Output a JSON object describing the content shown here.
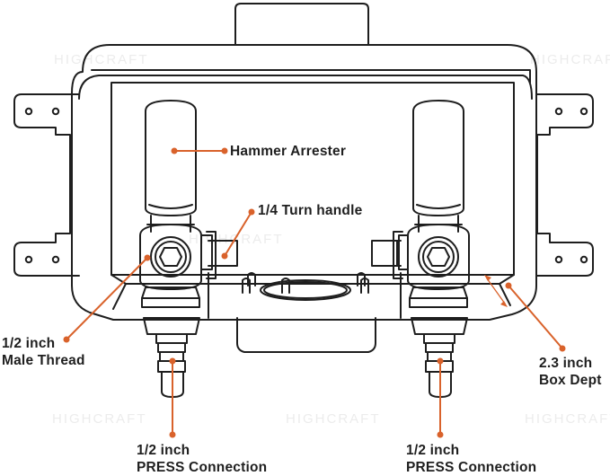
{
  "watermark": "HIGHCRAFT",
  "colors": {
    "line": "#1e1e1e",
    "accent": "#d9622b",
    "watermark": "#ececec"
  },
  "labels": {
    "hammer_arrester": "Hammer Arrester",
    "turn_handle": "1/4 Turn handle",
    "male_thread": {
      "line1": "1/2 inch",
      "line2": "Male Thread"
    },
    "box_depth": {
      "line1": "2.3 inch",
      "line2": "Box Dept"
    },
    "press_left": {
      "line1": "1/2 inch",
      "line2": "PRESS Connection"
    },
    "press_right": {
      "line1": "1/2 inch",
      "line2": "PRESS Connection"
    }
  }
}
